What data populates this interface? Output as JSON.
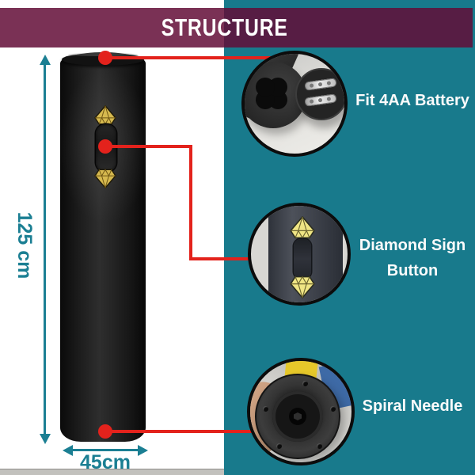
{
  "banner": {
    "title": "STRUCTURE"
  },
  "dimensions": {
    "height_label": "125 cm",
    "width_label": "45cm"
  },
  "callouts": [
    {
      "label": "Fit 4AA Battery"
    },
    {
      "label": "Diamond Sign Button"
    },
    {
      "label": "Spiral Needle"
    }
  ],
  "icons": {
    "device_button_icons": [
      "diamond-up-icon",
      "diamond-down-icon"
    ]
  },
  "colors": {
    "teal_background": "#187a8c",
    "banner_maroon_over_white": "#7a3155",
    "banner_maroon_over_teal": "#582144",
    "connector_red": "#e3221c",
    "dimension_teal": "#1b7f93",
    "diamond_gold": "#d6b94f",
    "device_black": "#1a1a1a"
  }
}
